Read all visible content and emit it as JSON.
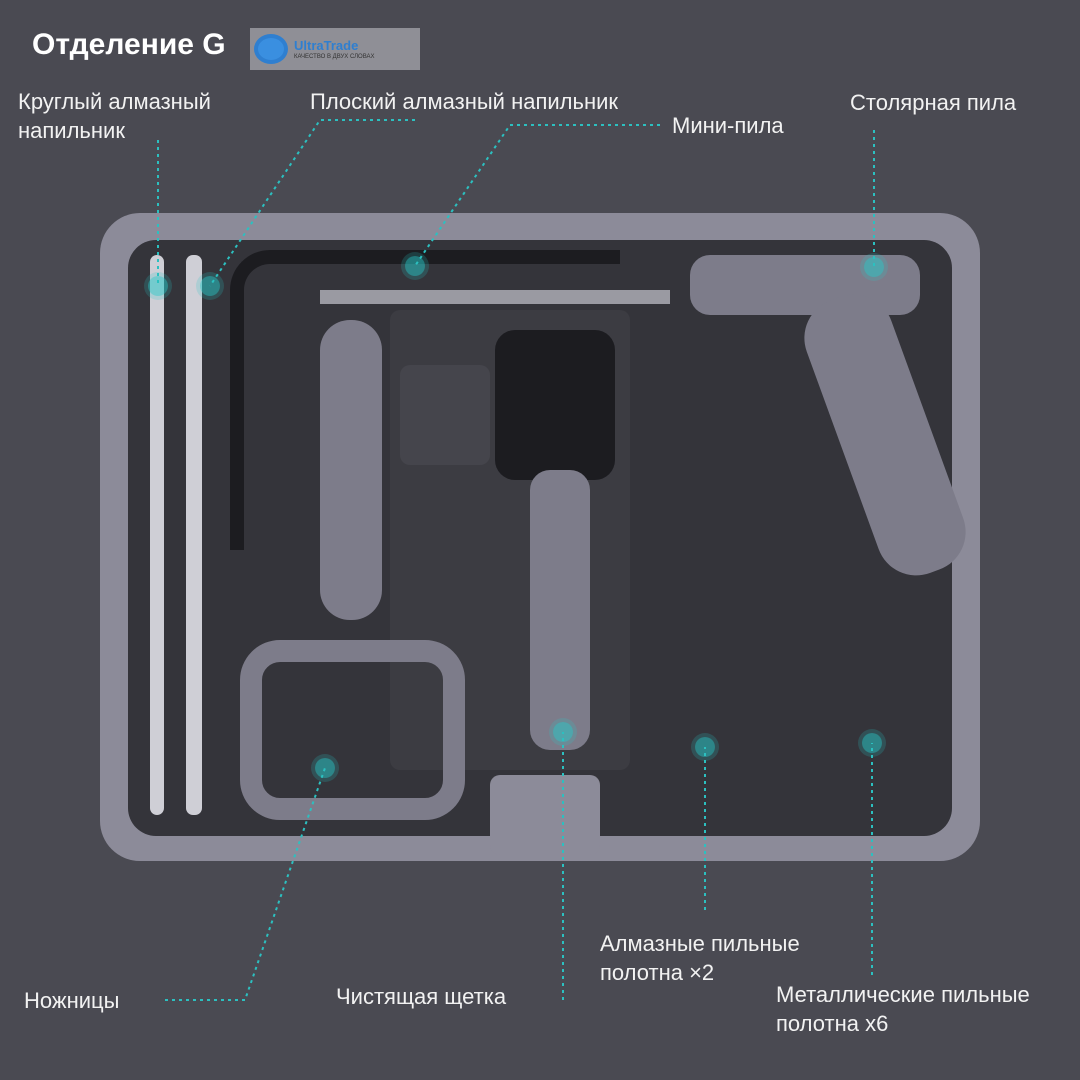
{
  "title": "Отделение G",
  "watermark": {
    "name": "UltraTrade",
    "tagline": "КАЧЕСТВО В ДВУХ СЛОВАХ"
  },
  "labels": {
    "round_file": "Круглый алмазный напильник",
    "flat_file": "Плоский алмазный напильник",
    "mini_saw": "Мини-пила",
    "joinery_saw": "Столярная пила",
    "scissors": "Ножницы",
    "brush": "Чистящая щетка",
    "diamond_blades": "Алмазные пильные полотна ×2",
    "metal_blades": "Металлические пильные полотна x6"
  },
  "accent_color": "#28c8c8"
}
